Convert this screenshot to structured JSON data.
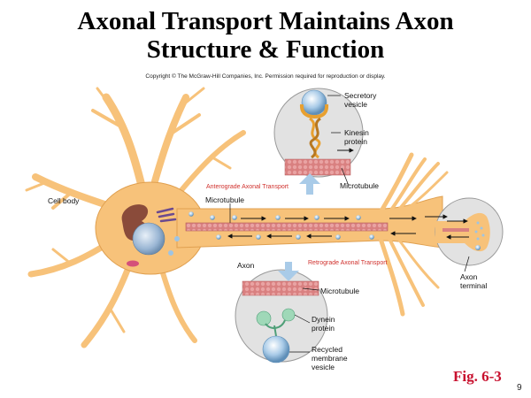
{
  "title": {
    "line1": "Axonal Transport Maintains Axon",
    "line2": "Structure & Function"
  },
  "copyright": "Copyright © The McGraw-Hill Companies, Inc. Permission required for reproduction or display.",
  "labels": {
    "secretory_line1": "Secretory",
    "secretory_line2": "vesicle",
    "kinesin_line1": "Kinesin",
    "kinesin_line2": "protein",
    "microtubule_top": "Microtubule",
    "anterograde": "Anterograde Axonal Transport",
    "cell_body": "Cell body",
    "microtubule_mid": "Microtubule",
    "axon": "Axon",
    "retrograde": "Retrograde Axonal Transport",
    "axon_terminal_line1": "Axon",
    "axon_terminal_line2": "terminal",
    "microtubule_bottom": "Microtubule",
    "dynein_line1": "Dynein",
    "dynein_line2": "protein",
    "recycled_line1": "Recycled",
    "recycled_line2": "membrane",
    "recycled_line3": "vesicle"
  },
  "figure_label": "Fig. 6-3",
  "page_number": "9",
  "colors": {
    "neuron": "#f7c27a",
    "neuron_stroke": "#e0a050",
    "microtubule": "#c86a6a",
    "vesicle": "#9ec4e4",
    "red_label": "#d0312d",
    "arrow_blue": "#a9cbe8",
    "fig_label": "#c8102e"
  }
}
